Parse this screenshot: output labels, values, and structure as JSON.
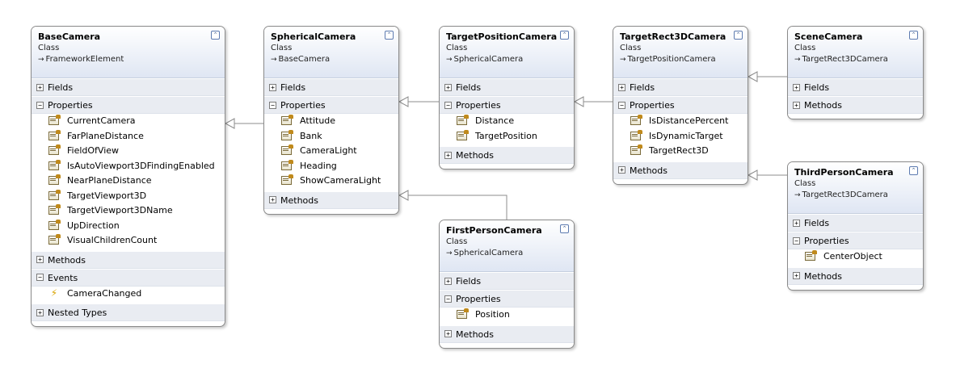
{
  "arrow_glyph": "→",
  "section_toggle": {
    "expanded": "−",
    "collapsed": "+"
  },
  "collapse_glyph": "⌃",
  "classes": [
    {
      "id": "base-camera",
      "name": "BaseCamera",
      "kind": "Class",
      "base": "FrameworkElement",
      "sections": [
        {
          "label": "Fields",
          "expanded": false,
          "members": []
        },
        {
          "label": "Properties",
          "expanded": true,
          "icon": "property-icon",
          "members": [
            "CurrentCamera",
            "FarPlaneDistance",
            "FieldOfView",
            "IsAutoViewport3DFindingEnabled",
            "NearPlaneDistance",
            "TargetViewport3D",
            "TargetViewport3DName",
            "UpDirection",
            "VisualChildrenCount"
          ]
        },
        {
          "label": "Methods",
          "expanded": false,
          "members": []
        },
        {
          "label": "Events",
          "expanded": true,
          "icon": "event-icon",
          "members": [
            "CameraChanged"
          ]
        },
        {
          "label": "Nested Types",
          "expanded": false,
          "members": []
        }
      ]
    },
    {
      "id": "spherical-camera",
      "name": "SphericalCamera",
      "kind": "Class",
      "base": "BaseCamera",
      "sections": [
        {
          "label": "Fields",
          "expanded": false,
          "members": []
        },
        {
          "label": "Properties",
          "expanded": true,
          "icon": "property-icon",
          "members": [
            "Attitude",
            "Bank",
            "CameraLight",
            "Heading",
            "ShowCameraLight"
          ]
        },
        {
          "label": "Methods",
          "expanded": false,
          "members": []
        }
      ]
    },
    {
      "id": "target-position-camera",
      "name": "TargetPositionCamera",
      "kind": "Class",
      "base": "SphericalCamera",
      "sections": [
        {
          "label": "Fields",
          "expanded": false,
          "members": []
        },
        {
          "label": "Properties",
          "expanded": true,
          "icon": "property-icon",
          "members": [
            "Distance",
            "TargetPosition"
          ]
        },
        {
          "label": "Methods",
          "expanded": false,
          "members": []
        }
      ]
    },
    {
      "id": "target-rect3d-camera",
      "name": "TargetRect3DCamera",
      "kind": "Class",
      "base": "TargetPositionCamera",
      "sections": [
        {
          "label": "Fields",
          "expanded": false,
          "members": []
        },
        {
          "label": "Properties",
          "expanded": true,
          "icon": "property-icon",
          "members": [
            "IsDistancePercent",
            "IsDynamicTarget",
            "TargetRect3D"
          ]
        },
        {
          "label": "Methods",
          "expanded": false,
          "members": []
        }
      ]
    },
    {
      "id": "scene-camera",
      "name": "SceneCamera",
      "kind": "Class",
      "base": "TargetRect3DCamera",
      "sections": [
        {
          "label": "Fields",
          "expanded": false,
          "members": []
        },
        {
          "label": "Methods",
          "expanded": false,
          "members": []
        }
      ]
    },
    {
      "id": "first-person-camera",
      "name": "FirstPersonCamera",
      "kind": "Class",
      "base": "SphericalCamera",
      "sections": [
        {
          "label": "Fields",
          "expanded": false,
          "members": []
        },
        {
          "label": "Properties",
          "expanded": true,
          "icon": "property-icon",
          "members": [
            "Position"
          ]
        },
        {
          "label": "Methods",
          "expanded": false,
          "members": []
        }
      ]
    },
    {
      "id": "third-person-camera",
      "name": "ThirdPersonCamera",
      "kind": "Class",
      "base": "TargetRect3DCamera",
      "sections": [
        {
          "label": "Fields",
          "expanded": false,
          "members": []
        },
        {
          "label": "Properties",
          "expanded": true,
          "icon": "property-icon",
          "members": [
            "CenterObject"
          ]
        },
        {
          "label": "Methods",
          "expanded": false,
          "members": []
        }
      ]
    }
  ],
  "inheritance": [
    {
      "from": "spherical-camera",
      "to": "base-camera"
    },
    {
      "from": "target-position-camera",
      "to": "spherical-camera"
    },
    {
      "from": "first-person-camera",
      "to": "spherical-camera"
    },
    {
      "from": "target-rect3d-camera",
      "to": "target-position-camera"
    },
    {
      "from": "scene-camera",
      "to": "target-rect3d-camera"
    },
    {
      "from": "third-person-camera",
      "to": "target-rect3d-camera"
    }
  ],
  "colors": {
    "border": "#8a8a8a",
    "header_bottom": "#dfe6f3",
    "section_bg": "#e9ecf2",
    "connector": "#8c8c8c"
  }
}
